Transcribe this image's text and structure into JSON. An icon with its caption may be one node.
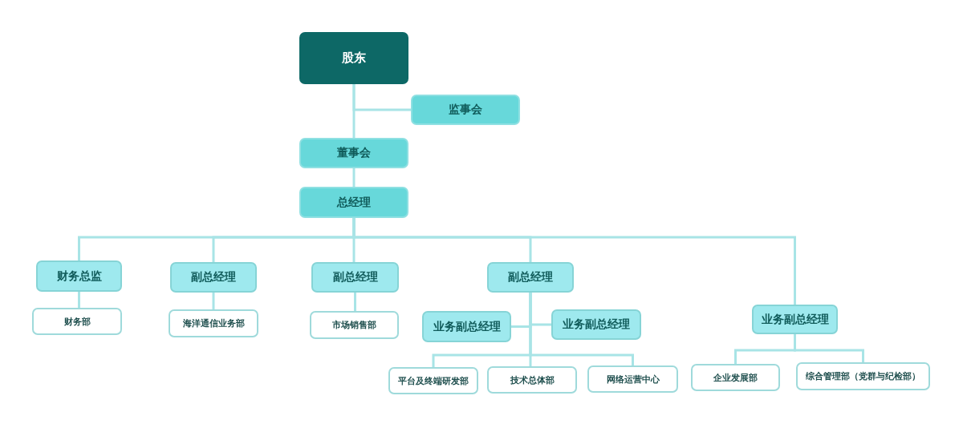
{
  "diagram": {
    "nodes": [
      {
        "text": [
          "股东"
        ]
      },
      {
        "text": [
          "监事会"
        ]
      },
      {
        "text": [
          "董事会"
        ]
      },
      {
        "text": [
          "总经理"
        ]
      },
      {
        "text": [
          "财务总监"
        ]
      },
      {
        "text": [
          "副总经理"
        ]
      },
      {
        "text": [
          "副总经理"
        ]
      },
      {
        "text": [
          "副总经理"
        ]
      },
      {
        "text": [
          "业务副总经理"
        ]
      },
      {
        "text": [
          "财务部"
        ]
      },
      {
        "text": [
          "海洋通信业务部"
        ]
      },
      {
        "text": [
          "市场销售部"
        ]
      },
      {
        "text": [
          "业务副总经理"
        ]
      },
      {
        "text": [
          "业务副总经理"
        ]
      },
      {
        "text": [
          "平台及终端研发部"
        ]
      },
      {
        "text": [
          "技术总体部"
        ]
      },
      {
        "text": [
          "网络运营中心"
        ]
      },
      {
        "text": [
          "企业发展部"
        ]
      },
      {
        "text": [
          "综合管理部（党群与纪检部）"
        ]
      }
    ],
    "edges": [
      {
        "from": 0,
        "to": 1,
        "arrow": "none"
      },
      {
        "from": 0,
        "to": 2,
        "arrow": "none"
      },
      {
        "from": 2,
        "to": 3,
        "arrow": "none"
      },
      {
        "from": 3,
        "to": 4,
        "arrow": "none"
      },
      {
        "from": 3,
        "to": 5,
        "arrow": "none"
      },
      {
        "from": 3,
        "to": 6,
        "arrow": "none"
      },
      {
        "from": 3,
        "to": 7,
        "arrow": "none"
      },
      {
        "from": 3,
        "to": 8,
        "arrow": "none"
      },
      {
        "from": 4,
        "to": 9,
        "arrow": "none"
      },
      {
        "from": 5,
        "to": 10,
        "arrow": "none"
      },
      {
        "from": 6,
        "to": 11,
        "arrow": "none"
      },
      {
        "from": 7,
        "to": 12,
        "arrow": "none"
      },
      {
        "from": 7,
        "to": 13,
        "arrow": "none"
      },
      {
        "from": 7,
        "to": 14,
        "arrow": "none"
      },
      {
        "from": 7,
        "to": 15,
        "arrow": "none"
      },
      {
        "from": 7,
        "to": 16,
        "arrow": "none"
      },
      {
        "from": 8,
        "to": 17,
        "arrow": "none"
      },
      {
        "from": 8,
        "to": 18,
        "arrow": "none"
      }
    ]
  }
}
